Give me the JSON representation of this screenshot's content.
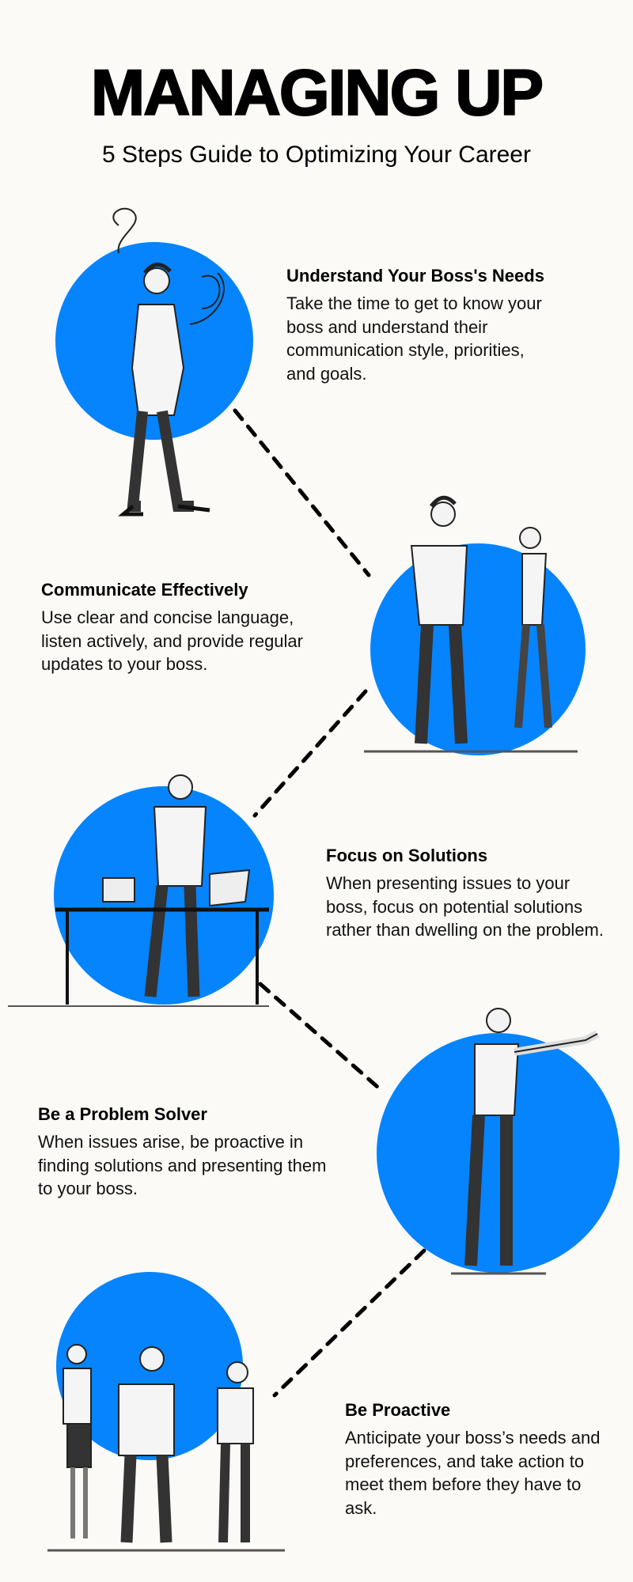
{
  "header": {
    "title": "MANAGING UP",
    "subtitle": "5 Steps Guide to Optimizing Your Career"
  },
  "colors": {
    "accent": "#0584fe",
    "background": "#fbfaf6",
    "text": "#000000"
  },
  "steps": [
    {
      "heading": "Understand Your Boss's Needs",
      "body": "Take the time to get to know your boss and understand their communication style, priorities, and goals.",
      "illustration": "man-thinking"
    },
    {
      "heading": "Communicate Effectively",
      "body": "Use clear and concise language, listen actively, and provide regular updates to your boss.",
      "illustration": "man-and-woman-talking"
    },
    {
      "heading": "Focus on Solutions",
      "body": "When presenting issues to your boss, focus on potential solutions rather than dwelling on the problem.",
      "illustration": "man-at-desk-with-laptops"
    },
    {
      "heading": "Be a Problem Solver",
      "body": "When issues arise, be proactive in finding solutions and presenting them to your boss.",
      "illustration": "man-pointing"
    },
    {
      "heading": "Be Proactive",
      "body": "Anticipate your boss’s needs and preferences, and take action to meet them before they have to ask.",
      "illustration": "three-people-talking"
    }
  ]
}
